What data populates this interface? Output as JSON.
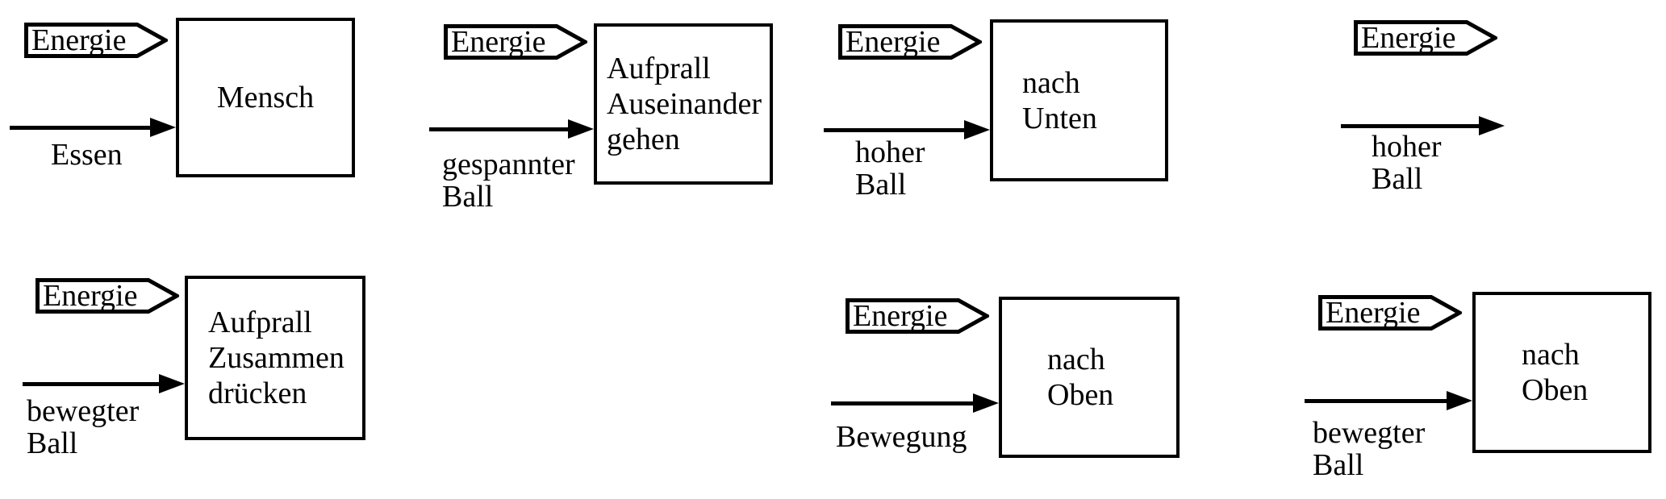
{
  "page": {
    "background": "#ffffff",
    "ink": "#000000",
    "description_labels": {
      "tag_shape": "pentagon-arrow-tag"
    }
  },
  "units": [
    {
      "tag": "Energie",
      "box_lines": [
        "Mensch"
      ],
      "arrow_label_lines": [
        "Essen"
      ]
    },
    {
      "tag": "Energie",
      "box_lines": [
        "Aufprall",
        "Auseinander",
        "gehen"
      ],
      "arrow_label_lines": [
        "gespannter",
        "Ball"
      ]
    },
    {
      "tag": "Energie",
      "box_lines": [
        "nach",
        "Unten"
      ],
      "arrow_label_lines": [
        "hoher",
        "Ball"
      ]
    },
    {
      "tag": "Energie",
      "box_lines": [],
      "arrow_label_lines": [
        "hoher",
        "Ball"
      ]
    },
    {
      "tag": "Energie",
      "box_lines": [
        "Aufprall",
        "Zusammen",
        "drücken"
      ],
      "arrow_label_lines": [
        "bewegter",
        "Ball"
      ]
    },
    {
      "tag": "Energie",
      "box_lines": [
        "nach",
        "Oben"
      ],
      "arrow_label_lines": [
        "Bewegung"
      ]
    },
    {
      "tag": "Energie",
      "box_lines": [
        "nach",
        "Oben"
      ],
      "arrow_label_lines": [
        "bewegter",
        "Ball"
      ]
    }
  ]
}
